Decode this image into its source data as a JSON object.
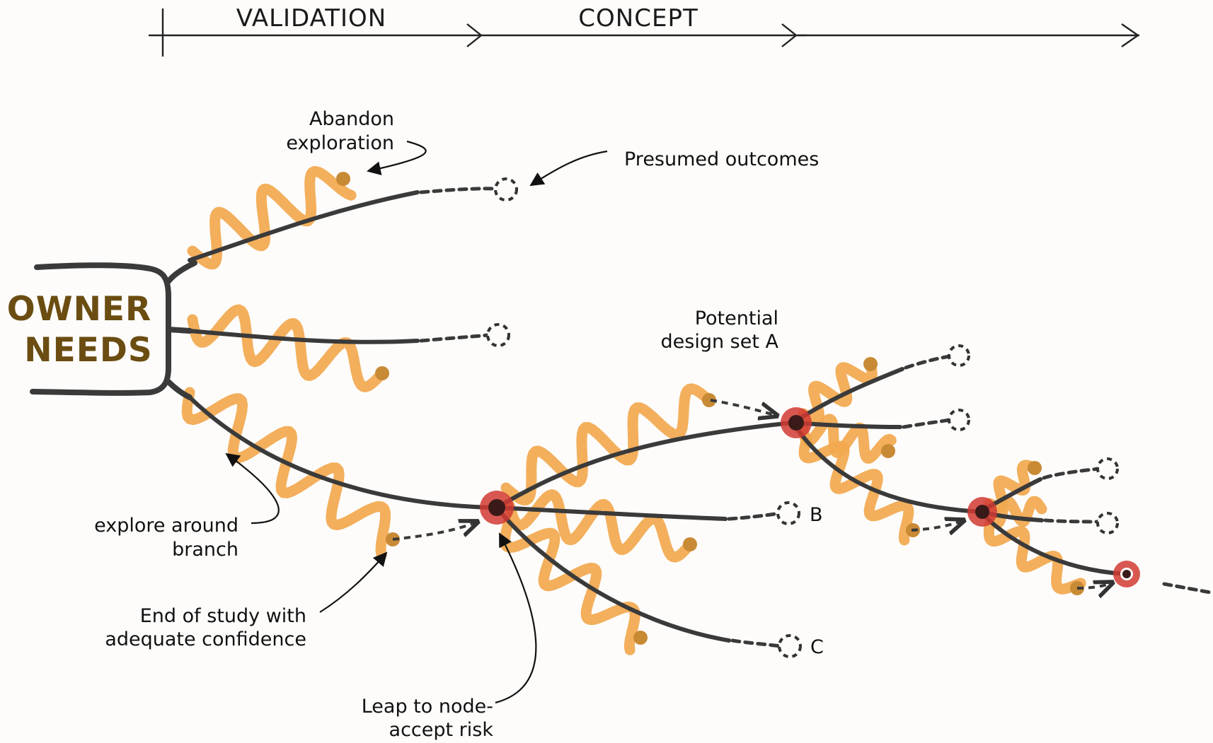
{
  "colors": {
    "exploration": "#f2a84e",
    "node": "#d13a33",
    "title": "#6b4d12",
    "branch": "#3a3a3a",
    "endpoint": "#c98a35"
  },
  "timeline": {
    "phase1": "VALIDATION",
    "phase2": "CONCEPT"
  },
  "title": {
    "line1": "OWNER",
    "line2": "NEEDS"
  },
  "annotations": {
    "abandon_line1": "Abandon",
    "abandon_line2": "exploration",
    "presumed": "Presumed outcomes",
    "potential_line1": "Potential",
    "potential_line2": "design set A",
    "explore_line1": "explore around",
    "explore_line2": "branch",
    "end_study_line1": "End of study with",
    "end_study_line2": "adequate confidence",
    "leap_line1": "Leap to node-",
    "leap_line2": "accept risk",
    "label_b": "B",
    "label_c": "C",
    "continuation": ". . ."
  }
}
